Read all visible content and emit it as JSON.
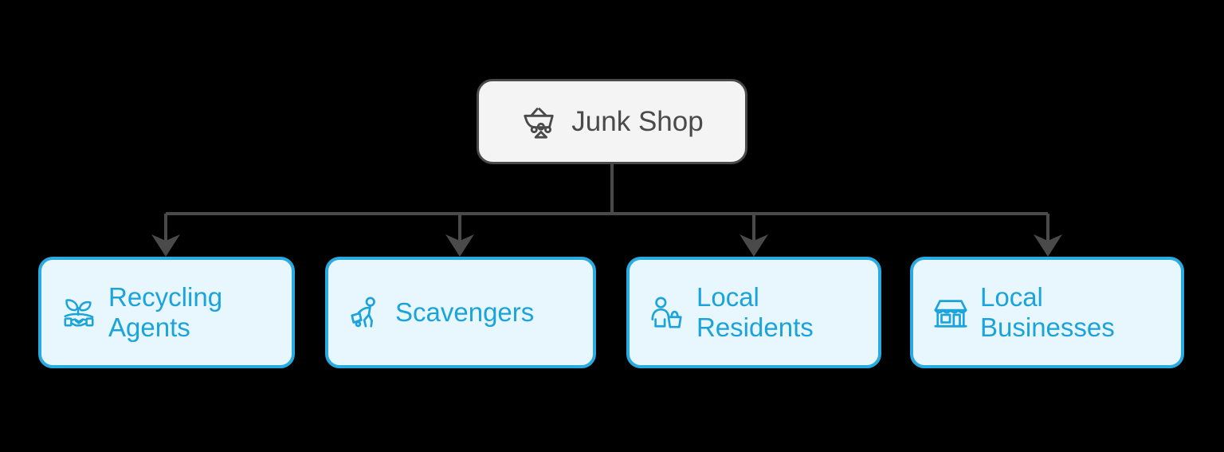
{
  "diagram": {
    "type": "hierarchy-tree",
    "background_color": "#000000",
    "root": {
      "id": "junk-shop",
      "label": "Junk Shop",
      "icon": "junk-basket-icon",
      "fill_color": "#F4F4F4",
      "border_color": "#4A4A4A",
      "text_color": "#4A4A4A"
    },
    "connector": {
      "color": "#4A4A4A",
      "style": "orthogonal-elbow",
      "arrowheads": 4
    },
    "children": [
      {
        "id": "recycling-agents",
        "label": "Recycling\nAgents",
        "icon": "handshake-leaf-icon",
        "fill_color": "#E8F7FD",
        "border_color": "#29ABE2",
        "text_color": "#1BA3DB"
      },
      {
        "id": "scavengers",
        "label": "Scavengers",
        "icon": "person-pulling-cart-icon",
        "fill_color": "#E8F7FD",
        "border_color": "#29ABE2",
        "text_color": "#1BA3DB"
      },
      {
        "id": "local-residents",
        "label": "Local\nResidents",
        "icon": "person-with-bag-icon",
        "fill_color": "#E8F7FD",
        "border_color": "#29ABE2",
        "text_color": "#1BA3DB"
      },
      {
        "id": "local-businesses",
        "label": "Local\nBusinesses",
        "icon": "storefront-icon",
        "fill_color": "#E8F7FD",
        "border_color": "#29ABE2",
        "text_color": "#1BA3DB"
      }
    ]
  }
}
